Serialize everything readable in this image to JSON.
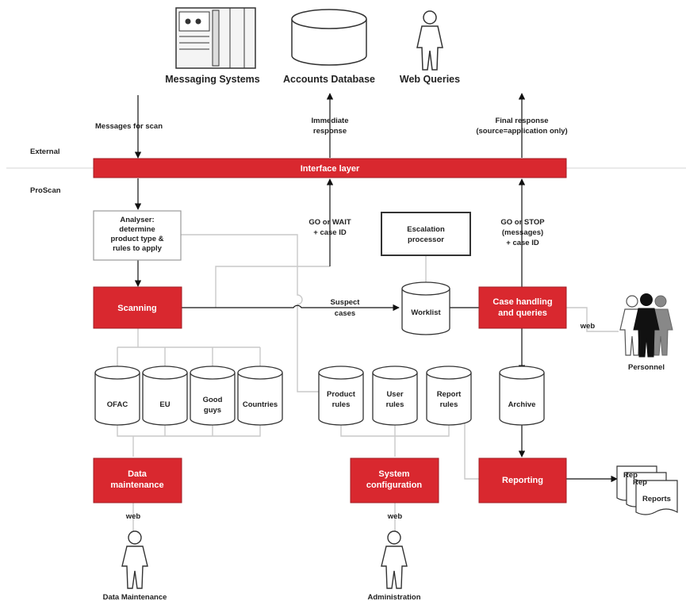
{
  "colors": {
    "box_fill": "#d9282f",
    "box_stroke": "#a11e24",
    "line": "#c9c9c9",
    "text": "#222222",
    "arrow": "#111111"
  },
  "top_systems": {
    "messaging": "Messaging Systems",
    "accounts_db": "Accounts Database",
    "web_queries": "Web Queries"
  },
  "zones": {
    "external": "External",
    "proscan": "ProScan"
  },
  "flows": {
    "messages_for_scan": "Messages for scan",
    "immediate_response": [
      "Immediate",
      "response"
    ],
    "final_response": [
      "Final response",
      "(source=application only)"
    ],
    "go_wait": [
      "GO or WAIT",
      "+ case ID"
    ],
    "go_stop": [
      "GO or STOP",
      "(messages)",
      "+ case ID"
    ],
    "suspect_cases": [
      "Suspect",
      "cases"
    ]
  },
  "boxes": {
    "interface_layer": "Interface layer",
    "analyser": [
      "Analyser:",
      "determine",
      "product type &",
      "rules to apply"
    ],
    "escalation": [
      "Escalation",
      "processor"
    ],
    "scanning": "Scanning",
    "case_handling": [
      "Case handling",
      "and queries"
    ],
    "data_maintenance": [
      "Data",
      "maintenance"
    ],
    "system_configuration": [
      "System",
      "configuration"
    ],
    "reporting": "Reporting"
  },
  "databases": {
    "worklist": "Worklist",
    "ofac": "OFAC",
    "eu": "EU",
    "good_guys": [
      "Good",
      "guys"
    ],
    "countries": "Countries",
    "product_rules": [
      "Product",
      "rules"
    ],
    "user_rules": [
      "User",
      "rules"
    ],
    "report_rules": [
      "Report",
      "rules"
    ],
    "archive": "Archive"
  },
  "people": {
    "personnel": "Personnel",
    "data_maintenance": "Data Maintenance",
    "administration": "Administration",
    "web_label": "web"
  },
  "reports": {
    "front_label": "Reports",
    "back_label": "Rep"
  }
}
